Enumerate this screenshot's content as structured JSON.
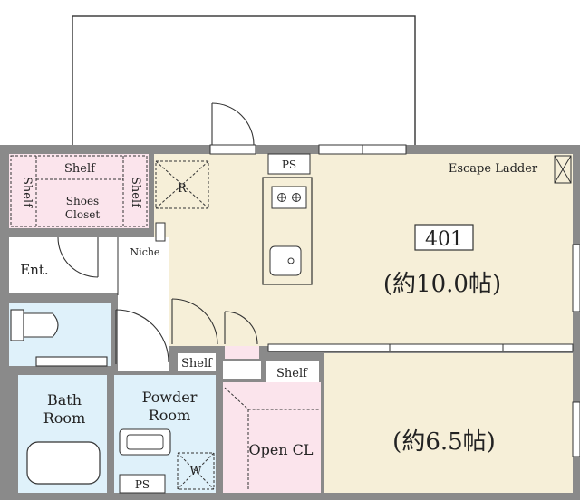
{
  "unit_number": "401",
  "rooms": {
    "ldk_size": "(約10.0帖)",
    "bedroom_size": "(約6.5帖)",
    "entrance": "Ent.",
    "bath_line1": "Bath",
    "bath_line2": "Room",
    "powder_line1": "Powder",
    "powder_line2": "Room",
    "open_closet": "Open CL",
    "shoes_line1": "Shoes",
    "shoes_line2": "Closet",
    "niche": "Niche"
  },
  "labels": {
    "shelf": "Shelf",
    "ps": "PS",
    "refrigerator": "R",
    "washer": "W",
    "escape_ladder": "Escape Ladder"
  },
  "colors": {
    "wall": "#888888",
    "ldk_floor": "#f6efd8",
    "closet_pink": "#fbe4ec",
    "bath_blue": "#dff1fa",
    "line": "#333333"
  }
}
